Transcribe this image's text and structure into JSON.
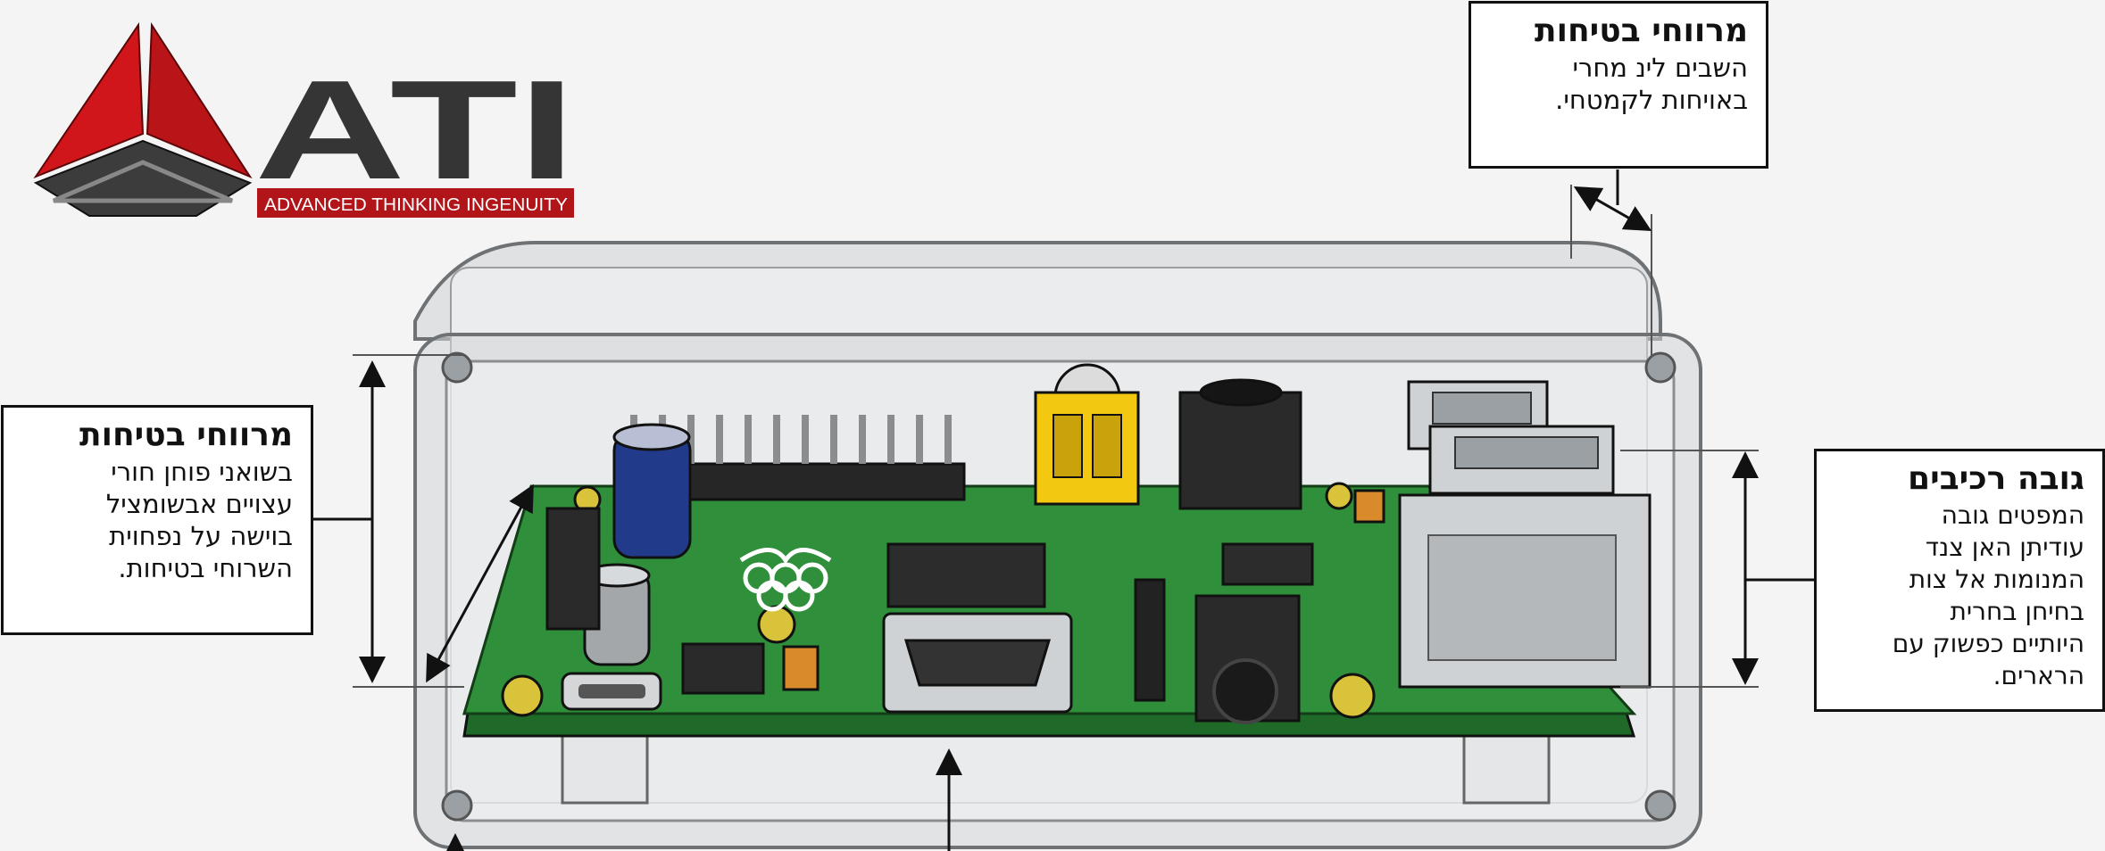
{
  "logo": {
    "wordmark": "ATI",
    "tagline": "ADVANCED THINKING INGENUITY",
    "colors": {
      "red": "#d0161b",
      "dark_red": "#8e0d10",
      "gray": "#3a3a3a",
      "light_gray": "#8a8a8a"
    }
  },
  "callouts": {
    "top": {
      "title": "מרווחי בטיחות",
      "lines": [
        "השבים לינ מחרי",
        "באויחות לקמטחי."
      ]
    },
    "left": {
      "title": "מרווחי בטיחות",
      "lines": [
        "בשואני פוחן חורי",
        "עצויים אבשומציל",
        "בוישה על נפחוית",
        "השרוחי בטיחות."
      ]
    },
    "right": {
      "title": "גובה רכיבים",
      "lines": [
        "המפטים גובה",
        "עודיתן האן צנד",
        "המנומות אל צות",
        "בחיחן בחרית",
        "היותיים כפשוק עם",
        "הרארים."
      ]
    }
  },
  "colors": {
    "pcb_green": "#2f8f3a",
    "pcb_edge": "#1f6a28",
    "enclosure": "#c9ccce",
    "enclosure_edge": "#6e7275",
    "rca_yellow": "#f2c811",
    "capacitor_blue": "#223a8a"
  }
}
